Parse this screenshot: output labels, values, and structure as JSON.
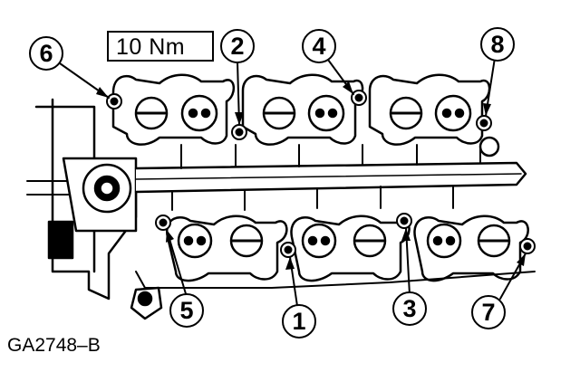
{
  "figure": {
    "torque_spec": "10 Nm",
    "figure_id": "GA2748–B"
  },
  "callouts": [
    "1",
    "2",
    "3",
    "4",
    "5",
    "6",
    "7",
    "8"
  ]
}
